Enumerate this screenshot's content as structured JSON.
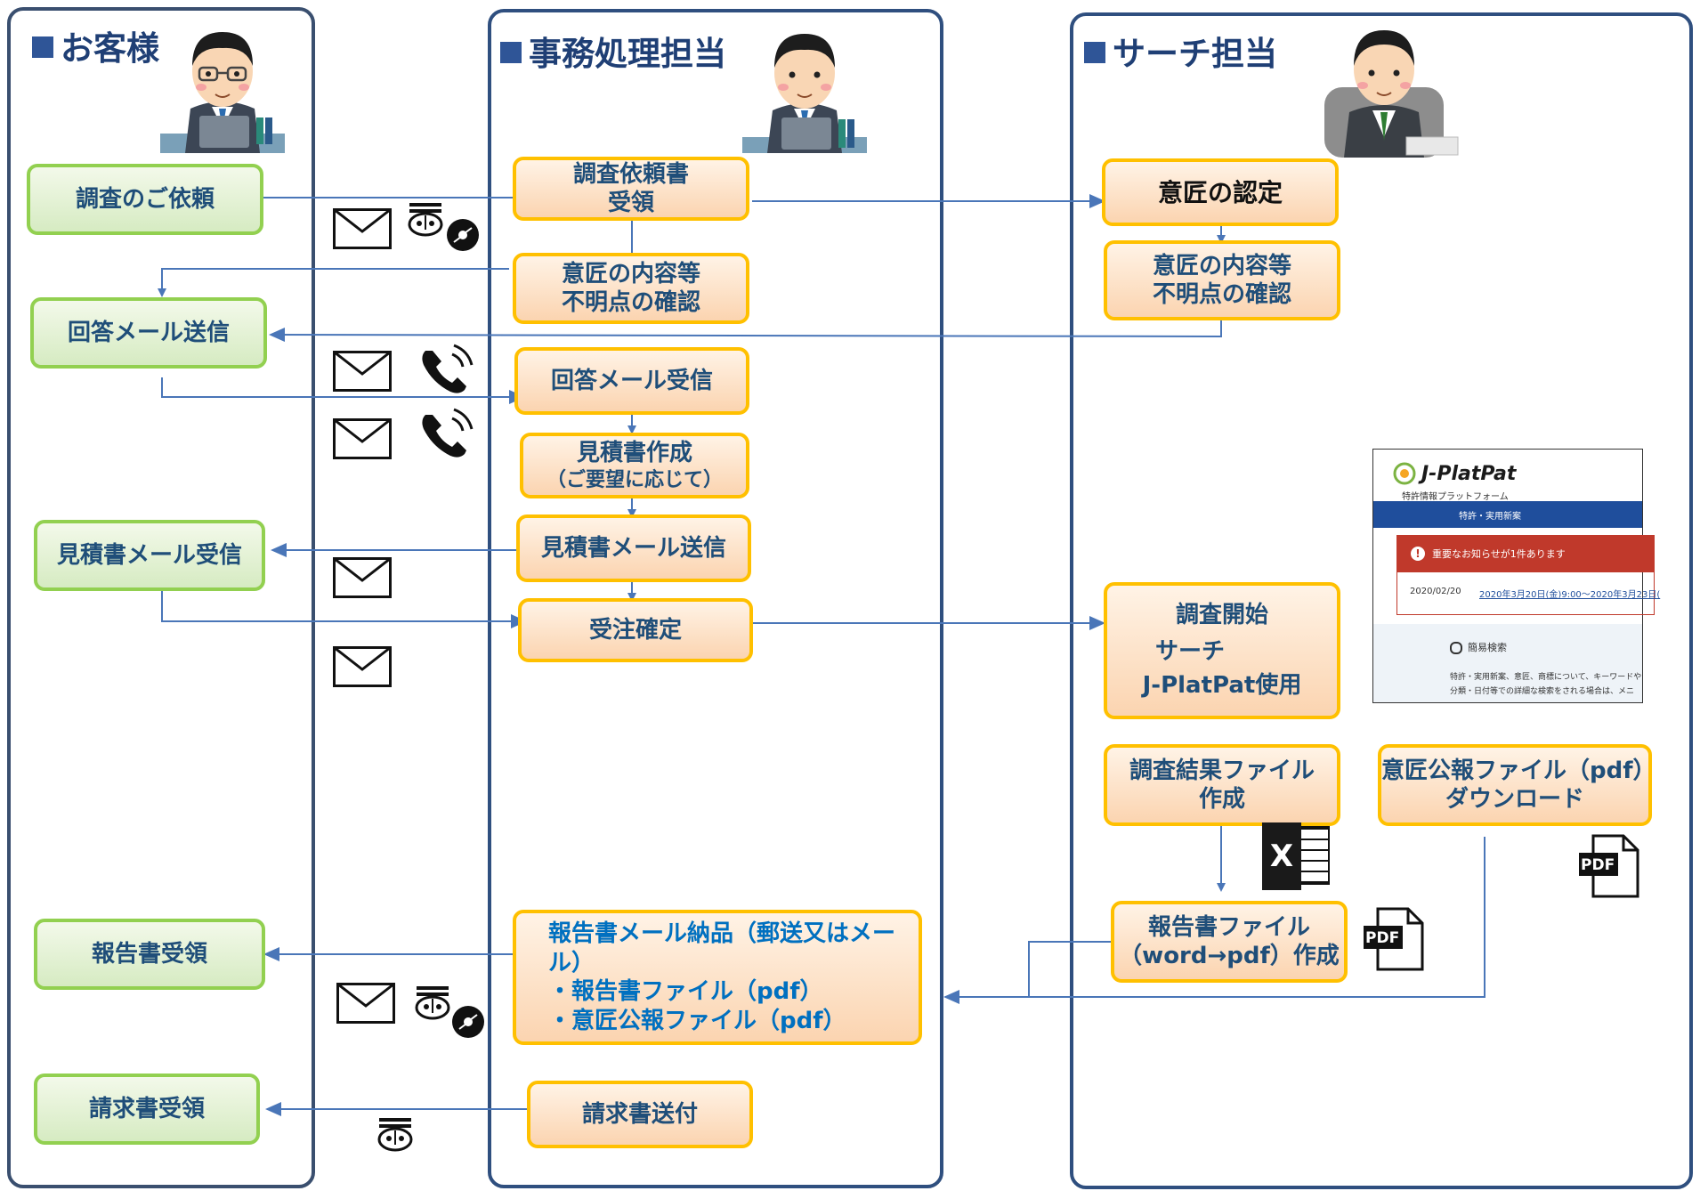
{
  "lanes": {
    "customer": {
      "title": "お客様"
    },
    "office": {
      "title": "事務処理担当"
    },
    "search": {
      "title": "サーチ担当"
    }
  },
  "customer_steps": {
    "request": "調査のご依頼",
    "reply_mail": "回答メール送信",
    "estimate_receive": "見積書メール受信",
    "report_receive": "報告書受領",
    "invoice_receive": "請求書受領"
  },
  "office_steps": {
    "request_receive_1": "調査依頼書",
    "request_receive_2": "受領",
    "confirm_1": "意匠の内容等",
    "confirm_2": "不明点の確認",
    "reply_receive": "回答メール受信",
    "estimate_make_1": "見積書作成",
    "estimate_make_2": "（ご要望に応じて）",
    "estimate_send": "見積書メール送信",
    "order_confirm": "受注確定",
    "delivery_1": "報告書メール納品（郵送又はメール）",
    "delivery_2": "・報告書ファイル（pdf）",
    "delivery_3": "・意匠公報ファイル（pdf）",
    "invoice_send": "請求書送付"
  },
  "search_steps": {
    "design_recognition": "意匠の認定",
    "confirm_1": "意匠の内容等",
    "confirm_2": "不明点の確認",
    "search_start_1": "調査開始",
    "search_start_2": "サーチ",
    "search_start_3": "J-PlatPat使用",
    "result_file_1": "調査結果ファイル",
    "result_file_2": "作成",
    "gazette_file_1": "意匠公報ファイル（pdf）",
    "gazette_file_2": "ダウンロード",
    "report_file_1": "報告書ファイル",
    "report_file_2": "（word→pdf）作成"
  },
  "jplatpat": {
    "logo": "J-PlatPat",
    "subtitle": "特許情報プラットフォーム",
    "nav": "特許・実用新案",
    "alert": "重要なお知らせが1件あります",
    "date": "2020/02/20",
    "notice_link": "2020年3月20日(金)9:00～2020年3月23日(",
    "search_label": "簡易検索",
    "desc_1": "特許・実用新案、意匠、商標について、キーワードや",
    "desc_2": "分類・日付等での詳細な検索をされる場合は、メニ"
  },
  "file_icons": {
    "pdf_label": "PDF",
    "excel_label": "X"
  },
  "colors": {
    "lane_border": "#2f4f7f",
    "title": "#1f3f75",
    "green_border": "#92d050",
    "orange_border": "#ffc000",
    "arrow": "#4a76b8",
    "box_text": "#1f4e79",
    "delivery_text": "#0070c0",
    "jplatpat_bar": "#1f4e9c",
    "jplatpat_alert": "#c0392b"
  },
  "icons": [
    "envelope-icon",
    "telephone-icon",
    "post-icon",
    "disc-icon",
    "person-icon",
    "pdf-file-icon",
    "excel-file-icon"
  ]
}
